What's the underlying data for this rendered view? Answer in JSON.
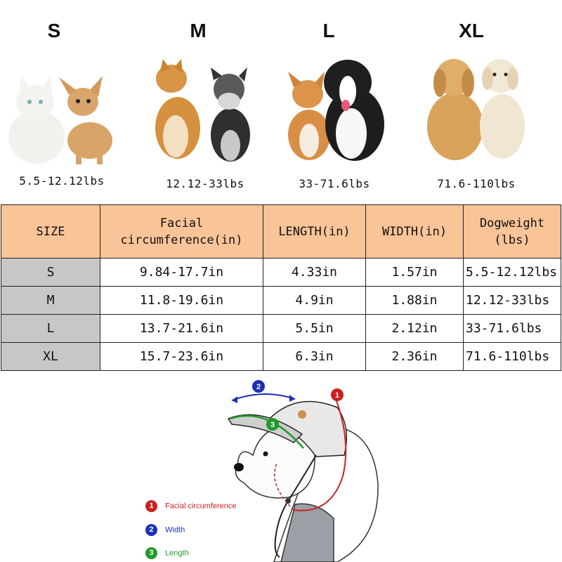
{
  "categories": [
    {
      "size": "S",
      "weight": "5.5-12.12lbs"
    },
    {
      "size": "M",
      "weight": "12.12-33lbs"
    },
    {
      "size": "L",
      "weight": "33-71.6lbs"
    },
    {
      "size": "XL",
      "weight": "71.6-110lbs"
    }
  ],
  "table": {
    "headers": {
      "size": "SIZE",
      "facial_1": "Facial",
      "facial_2": "circumference(in)",
      "length": "LENGTH(in)",
      "width": "WIDTH(in)",
      "weight_1": "Dogweight",
      "weight_2": "(lbs)"
    },
    "rows": [
      {
        "size": "S",
        "facial": "9.84-17.7in",
        "length": "4.33in",
        "width": "1.57in",
        "weight": "5.5-12.12lbs"
      },
      {
        "size": "M",
        "facial": "11.8-19.6in",
        "length": "4.9in",
        "width": "1.88in",
        "weight": "12.12-33lbs"
      },
      {
        "size": "L",
        "facial": "13.7-21.6in",
        "length": "5.5in",
        "width": "2.12in",
        "weight": "33-71.6lbs"
      },
      {
        "size": "XL",
        "facial": "15.7-23.6in",
        "length": "6.3in",
        "width": "2.36in",
        "weight": "71.6-110lbs"
      }
    ]
  },
  "legend": [
    {
      "num": "1",
      "label": "Facial circumference",
      "color": "#cc1f1f"
    },
    {
      "num": "2",
      "label": "Width",
      "color": "#1b2fb8"
    },
    {
      "num": "3",
      "label": "Length",
      "color": "#1f9a2a"
    }
  ],
  "colors": {
    "header_bg": "#f9c497",
    "size_col_bg": "#c7c7c7"
  }
}
